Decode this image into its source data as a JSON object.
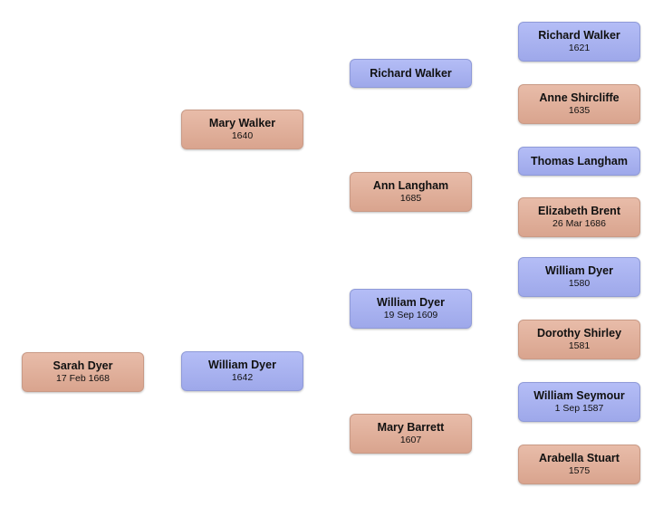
{
  "tree": {
    "root": {
      "name": "Sarah Dyer",
      "date": "17 Feb 1668",
      "sex": "female"
    },
    "gen1": [
      {
        "name": "Mary Walker",
        "date": "1640",
        "sex": "female"
      },
      {
        "name": "William Dyer",
        "date": "1642",
        "sex": "male"
      }
    ],
    "gen2": [
      {
        "name": "Richard Walker",
        "date": "",
        "sex": "male"
      },
      {
        "name": "Ann Langham",
        "date": "1685",
        "sex": "female"
      },
      {
        "name": "William Dyer",
        "date": "19 Sep 1609",
        "sex": "male"
      },
      {
        "name": "Mary Barrett",
        "date": "1607",
        "sex": "female"
      }
    ],
    "gen3": [
      {
        "name": "Richard Walker",
        "date": "1621",
        "sex": "male"
      },
      {
        "name": "Anne Shircliffe",
        "date": "1635",
        "sex": "female"
      },
      {
        "name": "Thomas Langham",
        "date": "",
        "sex": "male"
      },
      {
        "name": "Elizabeth Brent",
        "date": "26 Mar 1686",
        "sex": "female"
      },
      {
        "name": "William Dyer",
        "date": "1580",
        "sex": "male"
      },
      {
        "name": "Dorothy Shirley",
        "date": "1581",
        "sex": "female"
      },
      {
        "name": "William Seymour",
        "date": "1 Sep 1587",
        "sex": "male"
      },
      {
        "name": "Arabella Stuart",
        "date": "1575",
        "sex": "female"
      }
    ]
  },
  "colors": {
    "female": "#d9a48e",
    "male": "#9ea8ea"
  }
}
